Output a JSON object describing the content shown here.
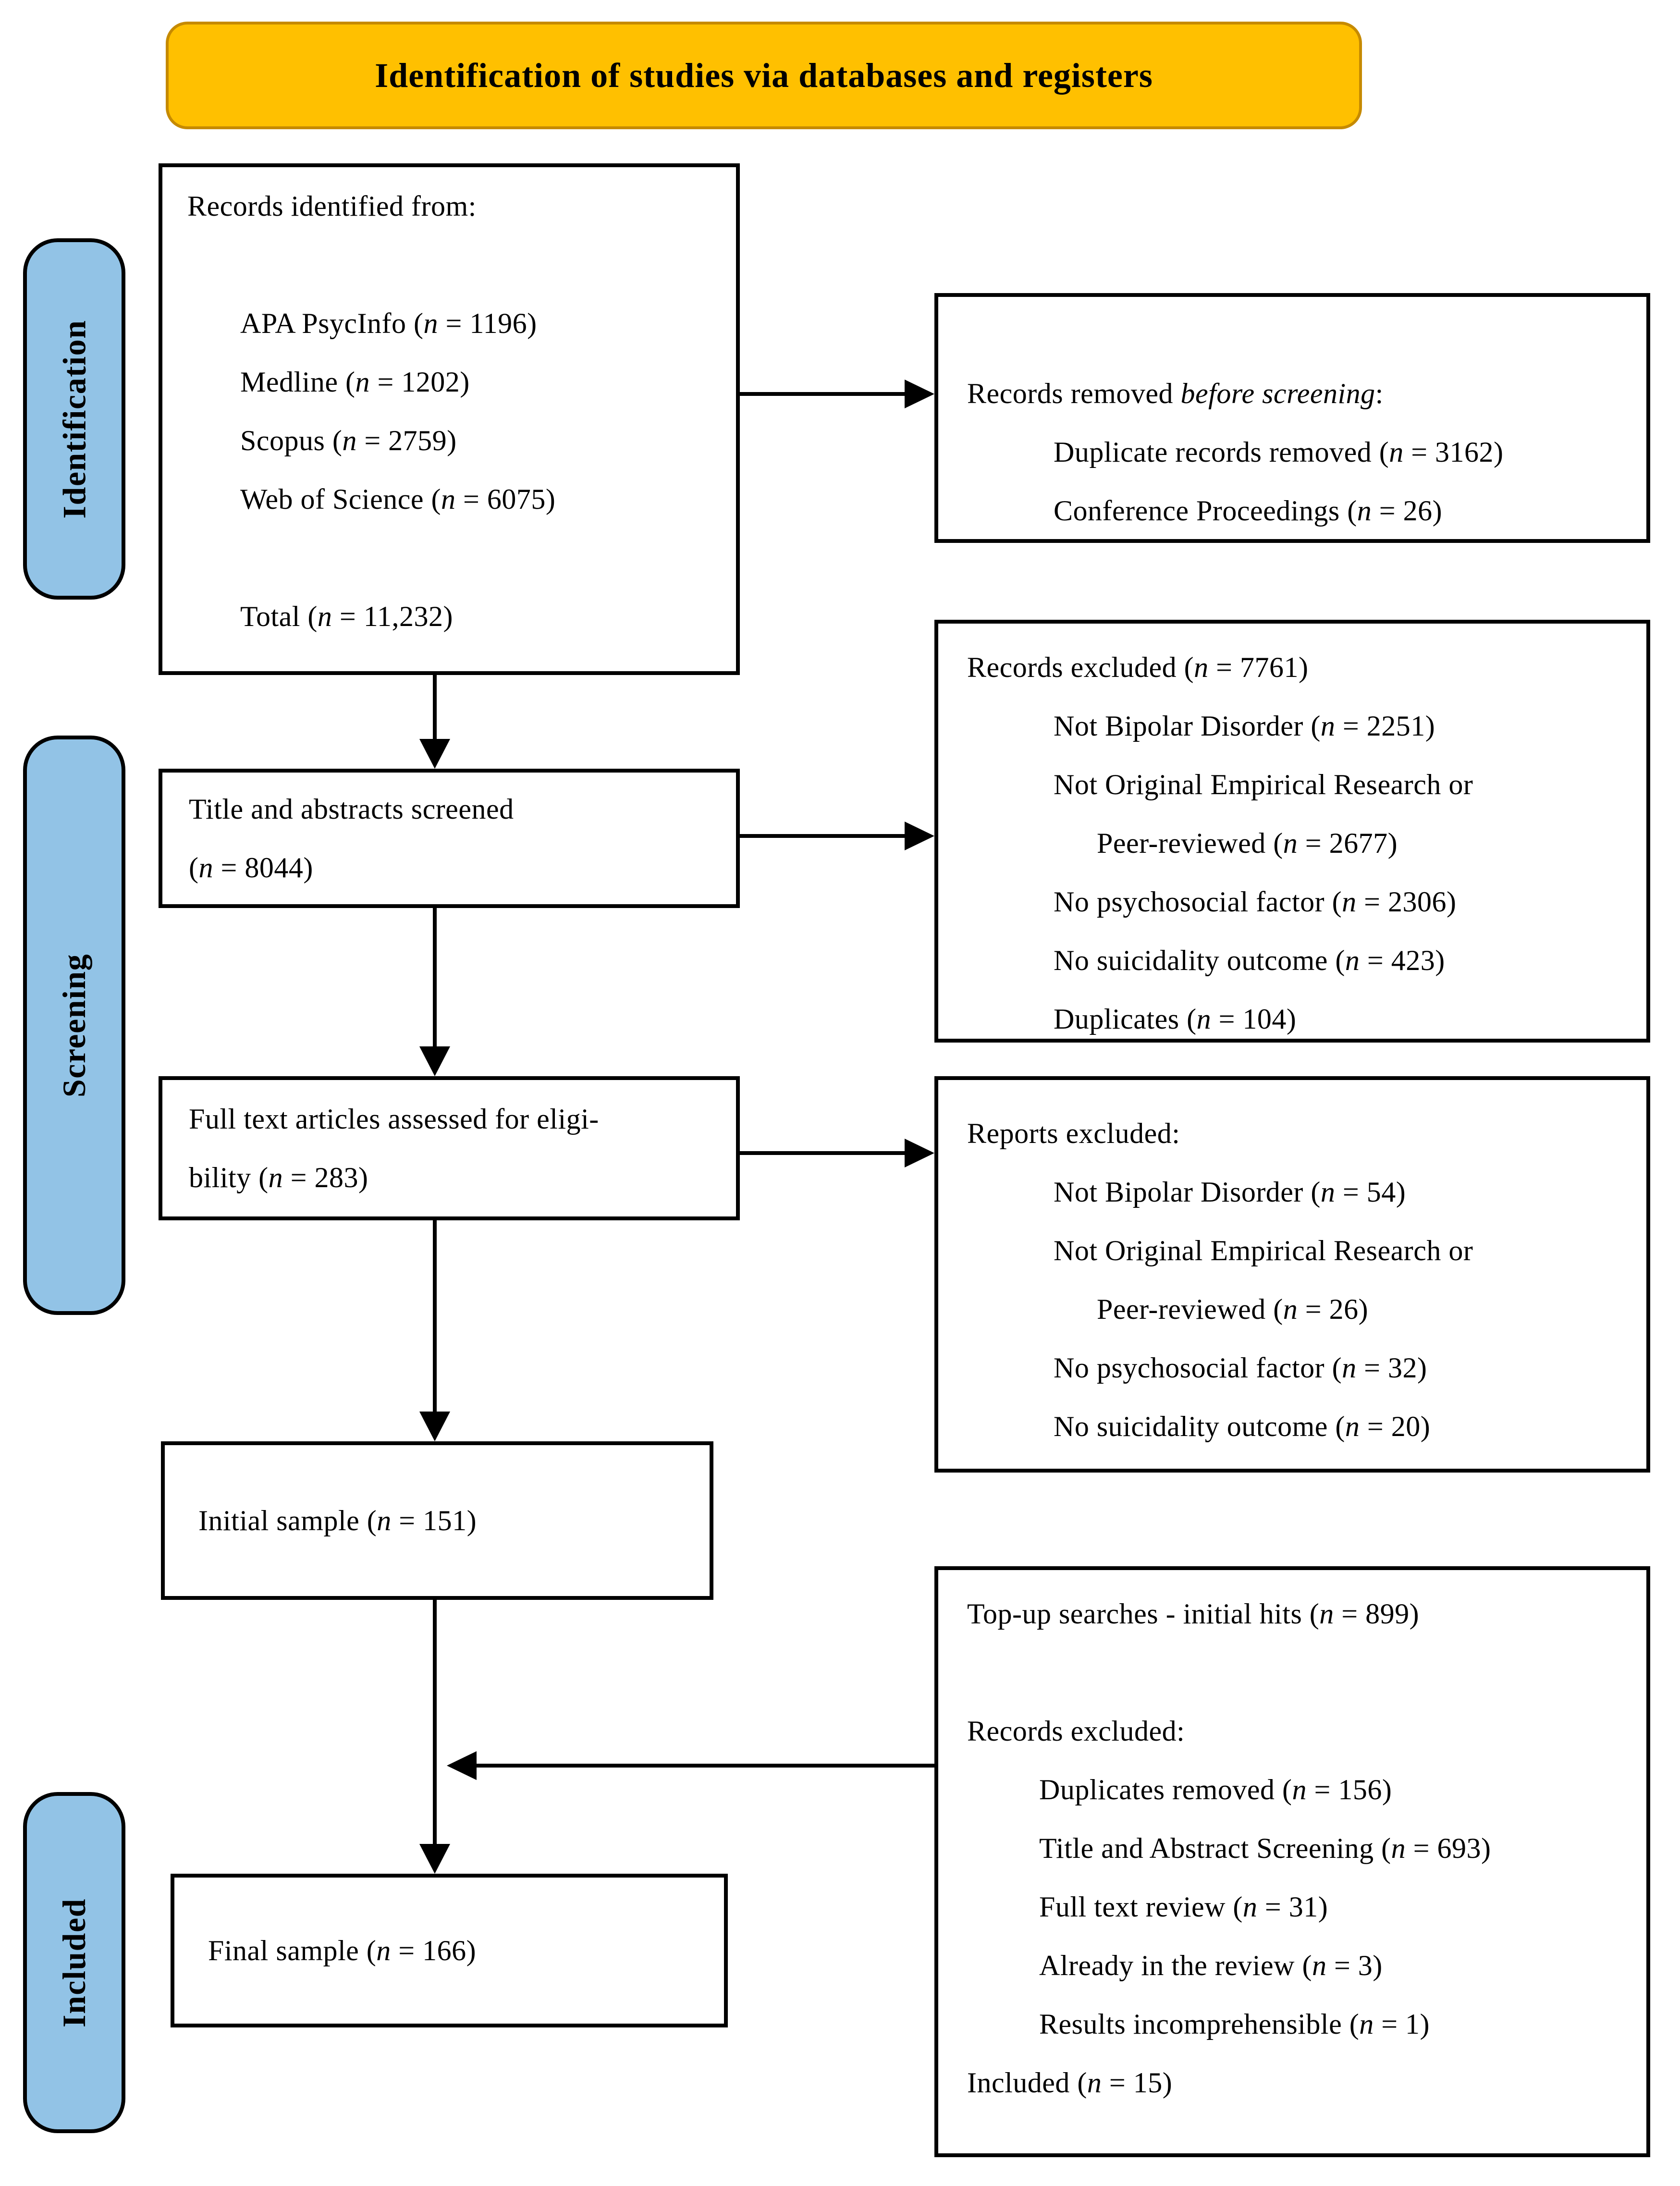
{
  "banner": {
    "title": "Identification of studies via databases and registers"
  },
  "stages": {
    "identification": "Identification",
    "screening": "Screening",
    "included": "Included"
  },
  "boxes": {
    "records_identified": {
      "heading": "Records identified from:",
      "sources": [
        "APA PsycInfo (*n* = 1196)",
        "Medline (*n* = 1202)",
        "Scopus (*n* = 2759)",
        "Web of Science (*n* = 6075)"
      ],
      "total": "Total (*n* = 11,232)"
    },
    "title_abstract_screened": {
      "line1": "Title and abstracts screened",
      "line2": "(*n* = 8044)"
    },
    "full_text_assessed": {
      "line1": "Full text articles assessed for eligi-",
      "line2": "bility (*n* = 283)"
    },
    "initial_sample": {
      "text": "Initial sample (*n* = 151)"
    },
    "final_sample": {
      "text": "Final sample (*n* = 166)"
    },
    "records_removed": {
      "heading": "Records removed *before screening*:",
      "items": [
        "Duplicate records removed (*n* = 3162)",
        "Conference Proceedings (*n* = 26)"
      ]
    },
    "records_excluded": {
      "heading": "Records excluded (*n* = 7761)",
      "items": [
        "Not Bipolar Disorder (*n* = 2251)",
        "Not Original Empirical Research or",
        "Peer-reviewed (*n* = 2677)",
        "No psychosocial factor (*n* = 2306)",
        "No suicidality outcome (*n* = 423)",
        "Duplicates (*n* = 104)"
      ]
    },
    "reports_excluded": {
      "heading": "Reports excluded:",
      "items": [
        "Not Bipolar Disorder (*n* = 54)",
        "Not Original Empirical Research or",
        "Peer-reviewed (*n* = 26)",
        "No psychosocial factor (*n* = 32)",
        "No suicidality outcome (*n* = 20)"
      ]
    },
    "top_up": {
      "heading": "Top-up searches - initial hits (*n* = 899)",
      "subheading": "Records excluded:",
      "items": [
        "Duplicates removed (*n* = 156)",
        "Title and Abstract Screening (*n* = 693)",
        "Full text review (*n* = 31)",
        "Already in the review (*n* = 3)",
        "Results incomprehensible (*n* = 1)"
      ],
      "footer": "Included (*n* = 15)"
    }
  },
  "colors": {
    "stage_fill": "#92C3E6",
    "banner_fill": "#FFC000",
    "banner_border": "#C68A00",
    "box_border": "#000000",
    "arrow": "#000000"
  }
}
